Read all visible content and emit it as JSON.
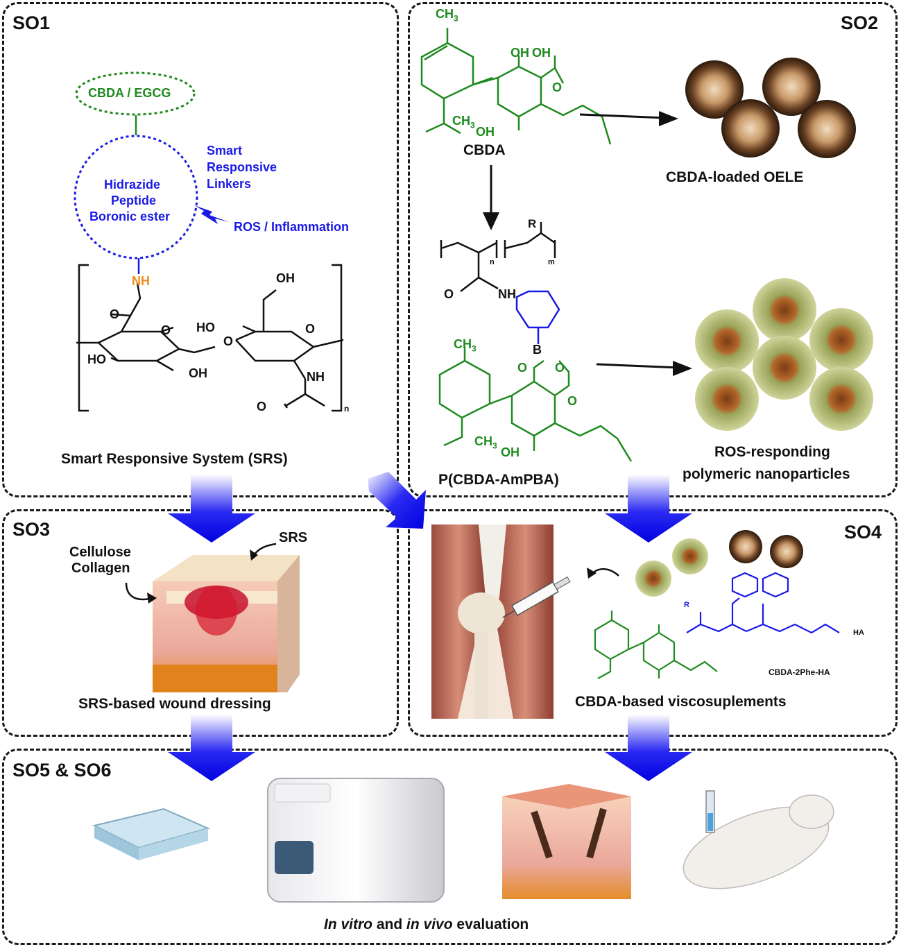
{
  "panels": {
    "so1": {
      "title": "SO1",
      "caption": "Smart Responsive System (SRS)"
    },
    "so2": {
      "title": "SO2"
    },
    "so3": {
      "title": "SO3",
      "caption": "SRS-based wound dressing"
    },
    "so4": {
      "title": "SO4",
      "caption": "CBDA-based viscosuplements"
    },
    "so56": {
      "title": "SO5 & SO6",
      "caption_italic_1": "In vitro",
      "caption_mid": " and ",
      "caption_italic_2": "in vivo",
      "caption_end": " evaluation"
    }
  },
  "so1_labels": {
    "drug": "CBDA / EGCG",
    "linker_title": "Smart\nResponsive\nLinkers",
    "linker_1": "Hidrazide",
    "linker_2": "Peptide",
    "linker_3": "Boronic ester",
    "stimulus": "ROS / Inflammation",
    "nh": "NH",
    "oh_top": "OH",
    "ho_1": "HO",
    "ho_2": "HO",
    "oh_bottom": "OH",
    "nh_2": "NH",
    "o_1": "O",
    "o_2": "O",
    "o_3": "O",
    "o_4": "O",
    "o_5": "O",
    "n_sub": "n"
  },
  "so2_labels": {
    "ch3": "CH",
    "ch3_sub": "3",
    "oh": "OH",
    "oh_acid": "OH",
    "o_acid": "O",
    "ch3_iso": "CH",
    "ch3_iso_sub": "3",
    "oh_2": "OH",
    "cbda": "CBDA",
    "oele": "CBDA-loaded OELE",
    "r": "R",
    "n": "n",
    "m": "m",
    "o_amide": "O",
    "nh": "NH",
    "b": "B",
    "o_b1": "O",
    "o_b2": "O",
    "o_carb": "O",
    "ch3_b": "CH",
    "ch3_b_sub": "3",
    "ch3_b2": "CH",
    "ch3_b2_sub": "3",
    "oh_b": "OH",
    "polymer": "P(CBDA-AmPBA)",
    "np_1": "ROS-responding",
    "np_2": "polymeric nanoparticles"
  },
  "so3_labels": {
    "srs": "SRS",
    "cellulose": "Cellulose",
    "collagen": "Collagen"
  },
  "so4_labels": {
    "compound": "CBDA-2Phe-HA",
    "ha": "HA",
    "r": "R"
  },
  "colors": {
    "green": "#1f8a1f",
    "blue": "#1a1ae6",
    "orange": "#f08c1e",
    "arrow_blue": "#1010ee"
  }
}
